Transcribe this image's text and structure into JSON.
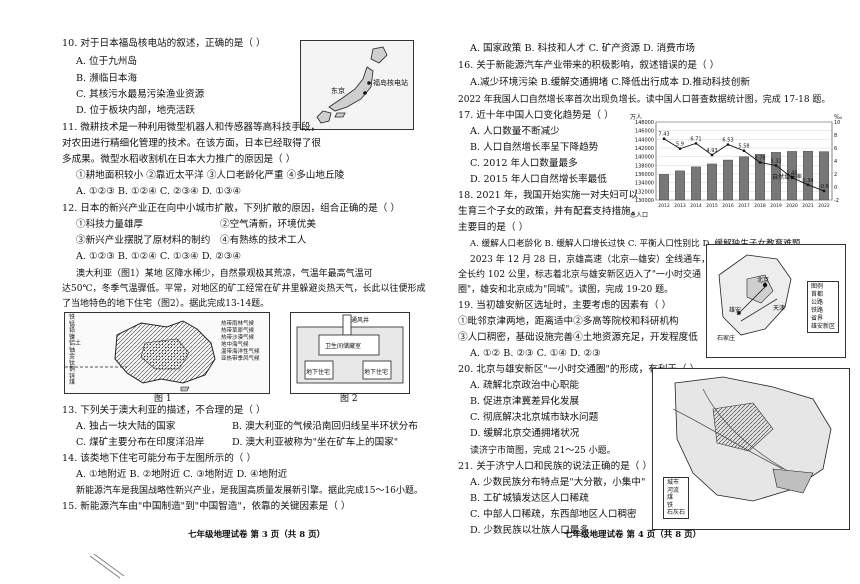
{
  "left": {
    "q10": {
      "stem": "10. 对于日本福岛核电站的叙述，正确的是（ ）",
      "a": "A. 位于九州岛",
      "b": "B. 濒临日本海",
      "c": "C. 其核污水最易污染渔业资源",
      "d": "D. 位于板块内部，地壳活跃"
    },
    "map10": {
      "label_tokyo": "东京",
      "label_plant": "福岛核电站"
    },
    "q11": {
      "stem1": "11. 微耕技术是一种利用微型机器人和传感器等高科技手段，",
      "stem2": "对农田进行精细化管理的技术。在该方面，日本已经取得了很",
      "stem3": "多成果。微型水稻收割机在日本大力推广的原因是（ ）",
      "opt1": "①耕地面积较小 ②靠近太平洋 ③人口老龄化严重 ④多山地丘陵",
      "opts": "A. ①②③      B. ①②④      C. ②③④      D. ①③④"
    },
    "q12": {
      "stem": "12. 日本的新兴产业正在向中小城市扩散，下列扩散的原因，组合正确的是（ ）",
      "opt1": "①科技力量雄厚",
      "opt2": "②空气清新，环境优美",
      "opt3": "③新兴产业摆脱了原材料的制约",
      "opt4": "④有熟练的技术工人",
      "opts": "A. ①②③      B. ①②④      C. ①③④      D. ②③④"
    },
    "read": {
      "l1": "澳大利亚（图1）某地 区降水稀少，自然景观极其荒凉，气温年最高气温可",
      "l2": "达50℃，冬季气温骤低。平常，对地区的矿工经常在矿井里躲避炎热天气，长此以往便形成",
      "l3": "了当地特色的地下住宅（图2）。据此完成13-14题。"
    },
    "fig1": {
      "legend_items": [
        "铁",
        "锰",
        "铅",
        "镍",
        "铝土",
        "铀",
        "金",
        "钛",
        "铜",
        "锌",
        "煤"
      ],
      "climate_items": [
        "热带雨林气候",
        "热带草原气候",
        "热带沙漠气候",
        "地中海气候",
        "温带海洋性气候",
        "亚热带季风气候"
      ],
      "caption": "图 1"
    },
    "fig2": {
      "label_vent": "通风井",
      "label_room": "卫生间储藏室",
      "label_under1": "地下住宅",
      "label_under2": "地下住宅",
      "caption": "图 2"
    },
    "q13": {
      "stem": "13. 下列关于澳大利亚的描述，不合理的是（ ）",
      "a": "A. 独占一块大陆的国家",
      "b": "B. 澳大利亚的气候沿南回归线呈半环状分布",
      "c": "C. 煤矿主要分布在印度洋沿岸",
      "d": "D. 澳大利亚被称为\"坐在矿车上的国家\""
    },
    "q14": {
      "stem": "14. 该类地下住宅可能分布于左图所示的（ ）",
      "opts": "A. ①地附近        B. ②地附近        C. ③地附近        D. ④地附近"
    },
    "read2": {
      "l1": "新能源汽车是我国战略性新兴产业，是我国高质量发展新引擎。据此完成15～16小题。"
    },
    "q15": {
      "stem": "15. 新能源汽车由\"中国制造\"到\"中国智造\"，依靠的关键因素是（ ）"
    },
    "footer": "七年级地理试卷 第 3 页（共 8 页）"
  },
  "right": {
    "q15opts": "A. 国家政策      B. 科技和人才      C. 矿产资源      D. 消费市场",
    "q16": {
      "stem": "16. 关于新能源汽车产业带来的积极影响，叙述错误的是（ ）",
      "opts": "A.减少环境污染 B.缓解交通拥堵 C.降低出行成本 D.推动科技创新"
    },
    "read3": {
      "l1": "2022 年我国人口自然增长率首次出现负增长。读中国人口普查数据统计图，完成 17-18 题。"
    },
    "q17": {
      "stem": "17. 近十年中国人口变化趋势是（ ）",
      "a": "A. 人口数量不断减少",
      "b": "B. 人口自然增长率呈下降趋势",
      "c": "C. 2012 年人口数量最多",
      "d": "D. 2015 年人口自然增长率最低"
    },
    "chart_labels": {
      "left_unit": "万人",
      "right_unit": "‰",
      "legend_line": "自然增长率",
      "legend_bar": "总人口"
    },
    "q18": {
      "stem1": "18. 2021 年，我国开始实施一对夫妇可以",
      "stem2": "生育三个子女的政策，并有配套支持措施，",
      "stem3": "主要目的是（ ）",
      "opts": "A. 缓解人口老龄化 B. 缓解人口增长过快 C. 平衡人口性别比 D. 缓解独生子女教育难题"
    },
    "read4": {
      "l1": "2023 年 12 月 28 日，京雄高速（北京—雄安）全线通车，",
      "l2": "全长约 102 公里，标志着北京与雄安新区迈入了\"一小时交通",
      "l3": "圈\"，雄安和北京成为\"同城\"。读图，完成 19-20 题。"
    },
    "map19": {
      "legend_title": "图例",
      "legend_items": [
        "首都",
        "公路",
        "铁路",
        "省界",
        "雄安新区"
      ],
      "label_beijing": "北京",
      "label_xiongan": "雄安",
      "label_tianjin": "天津",
      "label_shijiazhuang": "石家庄"
    },
    "q19": {
      "stem": "19. 当初雄安新区选址时，主要考虑的因素有（ ）",
      "opt12": "①毗邻京津两地，距离适中②多高等院校和科研机构",
      "opt34": "③人口稠密，基础设施完善④土地资源充足，开发程度低",
      "opts": "A. ①②        B. ②③        C. ①④        D. ②③"
    },
    "q20": {
      "stem": "20. 北京与雄安新区\"一小时交通圈\"的形成，有利于（ ）",
      "a": "A. 疏解北京政治中心职能",
      "b": "B. 促进京津冀差异化发展",
      "c": "C. 彻底解决北京城市缺水问题",
      "d": "D. 缓解北京交通拥堵状况"
    },
    "read5": {
      "l1": "读济宁市简图，完成 21～25 小题。"
    },
    "q21": {
      "stem": "21. 关于济宁人口和民族的说法正确的是（ ）",
      "a": "A. 少数民族分布特点是\"大分散，小集中\"",
      "b": "B. 工矿城镇发达区人口稀疏",
      "c": "C. 中部人口稀疏，东西部地区人口稠密",
      "d": "D. 少数民族以壮族人口最多"
    },
    "map21": {
      "legend_items": [
        "城市",
        "河流",
        "煤",
        "铁",
        "石灰石"
      ]
    },
    "footer": "七年级地理试卷 第 4 页（共 8 页）"
  },
  "chart_data": {
    "type": "bar",
    "categories": [
      "2012",
      "2013",
      "2014",
      "2015",
      "2016",
      "2017",
      "2018",
      "2019",
      "2020",
      "2021",
      "2022"
    ],
    "series": [
      {
        "name": "总人口",
        "values": [
          135922,
          136726,
          137646,
          138326,
          139232,
          140011,
          140541,
          141008,
          141212,
          141260,
          141175
        ]
      },
      {
        "name": "自然增长率",
        "values": [
          7.43,
          5.9,
          6.71,
          4.93,
          6.53,
          5.58,
          3.78,
          3.32,
          1.45,
          0.34,
          -0.6
        ]
      }
    ],
    "ylim": [
      130000,
      148000
    ],
    "y2lim": [
      -2,
      10
    ],
    "ylabel": "万人",
    "y2label": "‰"
  }
}
